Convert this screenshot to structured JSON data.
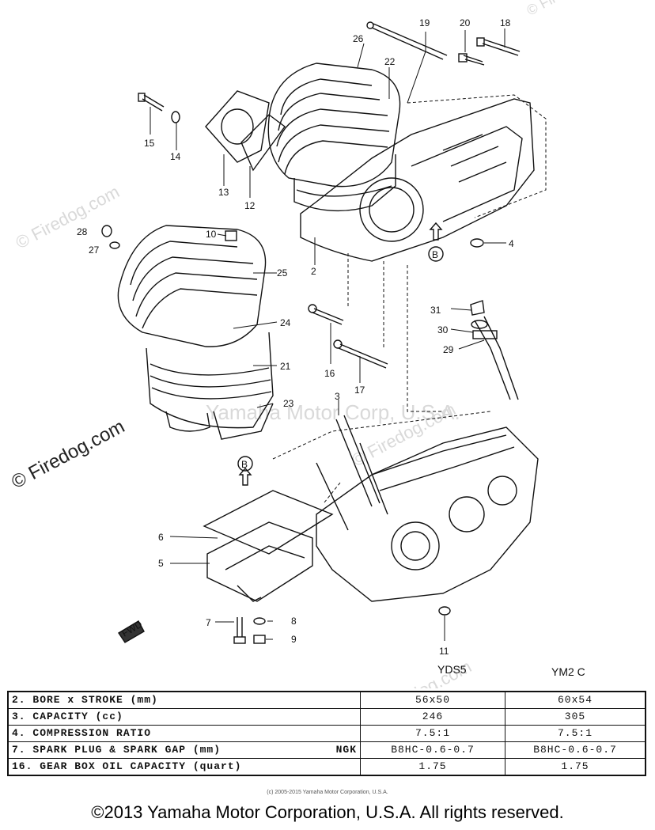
{
  "watermarks": {
    "firedog_a": "© Firedog.com",
    "firedog_b": "© Firedog.com",
    "firedog_c": "© Firedog.com",
    "firedog_d": "© Firedog.com",
    "yamaha_center": "Yamaha Motor Corp, U.S.A."
  },
  "callouts": {
    "c2": "2",
    "c3": "3",
    "c4": "4",
    "c5": "5",
    "c6": "6",
    "c7": "7",
    "c8": "8",
    "c9": "9",
    "c10": "10",
    "c11": "11",
    "c12": "12",
    "c13": "13",
    "c14": "14",
    "c15": "15",
    "c16": "16",
    "c17": "17",
    "c18": "18",
    "c19": "19",
    "c20": "20",
    "c21": "21",
    "c22": "22",
    "c23": "23",
    "c24": "24",
    "c25": "25",
    "c26": "26",
    "c27": "27",
    "c28": "28",
    "c29": "29",
    "c30": "30",
    "c31": "31",
    "b_upper": "B",
    "b_lower": "B",
    "fwd": "FWD"
  },
  "models": {
    "left": "YDS5",
    "right": "YM2 C"
  },
  "specs": {
    "rows": [
      {
        "label": "2. BORE x STROKE (mm)",
        "ext": "",
        "v1": "56x50",
        "v2": "60x54"
      },
      {
        "label": "3. CAPACITY (cc)",
        "ext": "",
        "v1": "246",
        "v2": "305"
      },
      {
        "label": "4. COMPRESSION RATIO",
        "ext": "",
        "v1": "7.5:1",
        "v2": "7.5:1"
      },
      {
        "label": "7. SPARK PLUG & SPARK GAP (mm)",
        "ext": "NGK",
        "v1": "B8HC-0.6-0.7",
        "v2": "B8HC-0.6-0.7"
      },
      {
        "label": "16. GEAR BOX OIL CAPACITY (quart)",
        "ext": "",
        "v1": "1.75",
        "v2": "1.75"
      }
    ]
  },
  "copyright": {
    "small": "(c) 2005-2015 Yamaha Motor Corporation, U.S.A.",
    "main": "©2013 Yamaha Motor Corporation, U.S.A. All rights reserved."
  }
}
